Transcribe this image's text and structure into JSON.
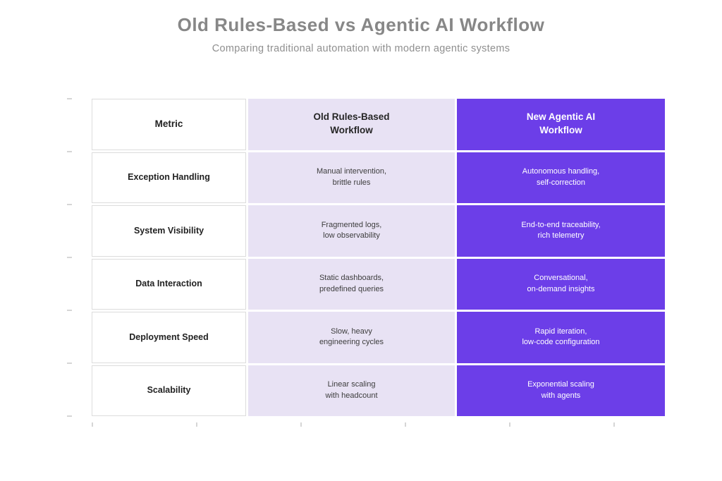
{
  "title": "Old Rules-Based vs Agentic AI Workflow",
  "subtitle": "Comparing traditional automation with modern agentic systems",
  "table": {
    "headers": [
      "Metric",
      "Old Rules-Based\nWorkflow",
      "New Agentic AI\nWorkflow"
    ],
    "rows": [
      {
        "metric": "Exception Handling",
        "old": "Manual intervention,\nbrittle rules",
        "new": "Autonomous handling,\nself-correction"
      },
      {
        "metric": "System Visibility",
        "old": "Fragmented logs,\nlow observability",
        "new": "End-to-end traceability,\nrich telemetry"
      },
      {
        "metric": "Data Interaction",
        "old": "Static dashboards,\npredefined queries",
        "new": "Conversational,\non-demand insights"
      },
      {
        "metric": "Deployment Speed",
        "old": "Slow, heavy\nengineering cycles",
        "new": "Rapid iteration,\nlow-code configuration"
      },
      {
        "metric": "Scalability",
        "old": "Linear scaling\nwith headcount",
        "new": "Exponential scaling\nwith agents"
      }
    ]
  },
  "chart_data": {
    "type": "table",
    "title": "Old Rules-Based vs Agentic AI Workflow",
    "subtitle": "Comparing traditional automation with modern agentic systems",
    "columns": [
      "Metric",
      "Old Rules-Based Workflow",
      "New Agentic AI Workflow"
    ],
    "rows": [
      [
        "Exception Handling",
        "Manual intervention, brittle rules",
        "Autonomous handling, self-correction"
      ],
      [
        "System Visibility",
        "Fragmented logs, low observability",
        "End-to-end traceability, rich telemetry"
      ],
      [
        "Data Interaction",
        "Static dashboards, predefined queries",
        "Conversational, on-demand insights"
      ],
      [
        "Deployment Speed",
        "Slow, heavy engineering cycles",
        "Rapid iteration, low-code configuration"
      ],
      [
        "Scalability",
        "Linear scaling with headcount",
        "Exponential scaling with agents"
      ]
    ],
    "legend_position": "none",
    "grid": false
  },
  "colors": {
    "accent_purple": "#6C3EE8",
    "lavender": "#E8E2F4",
    "title_gray": "#878787",
    "subtitle_gray": "#8F8F8F",
    "metric_text": "#222222",
    "old_text": "#3D3D3D",
    "new_text": "#FFFFFF",
    "cell_border": "#DCDCDC",
    "tick_gray": "#D6D6D6"
  }
}
